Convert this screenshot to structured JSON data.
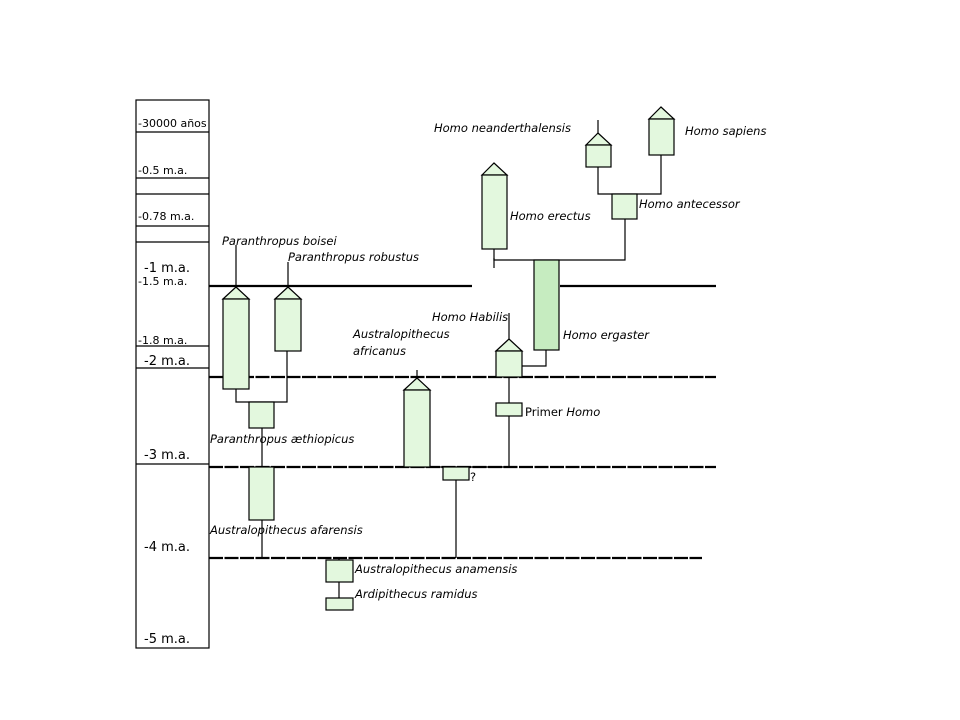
{
  "time_scale": [
    {
      "label": "-30000 años",
      "big": false
    },
    {
      "label": "-0.5 m.a.",
      "big": false
    },
    {
      "label": "-0.78 m.a.",
      "big": false
    },
    {
      "label": "-1 m.a.",
      "big": true
    },
    {
      "label": "-1.5 m.a.",
      "big": false
    },
    {
      "label": "-1.8 m.a.",
      "big": false
    },
    {
      "label": "-2 m.a.",
      "big": true
    },
    {
      "label": "-3 m.a.",
      "big": true
    },
    {
      "label": "-4 m.a.",
      "big": true
    },
    {
      "label": "-5 m.a.",
      "big": true
    }
  ],
  "species": {
    "homo_neanderthalensis": "Homo neanderthalensis",
    "homo_sapiens": "Homo sapiens",
    "homo_antecessor": "Homo antecessor",
    "homo_erectus": "Homo erectus",
    "homo_ergaster": "Homo ergaster",
    "homo_habilis": "Homo Habilis",
    "australopithecus_africanus_1": "Australopithecus",
    "australopithecus_africanus_2": "africanus",
    "primer_homo_prefix": "Primer ",
    "primer_homo_suffix": "Homo",
    "paranthropus_boisei": "Paranthropus boisei",
    "paranthropus_robustus": "Paranthropus robustus",
    "paranthropus_aethiopicus": "Paranthropus æthiopicus",
    "australopithecus_afarensis": "Australopithecus afarensis",
    "australopithecus_anamensis": "Australopithecus anamensis",
    "ardipithecus_ramidus": "Ardipithecus ramidus",
    "unknown_marker": "?"
  },
  "colors": {
    "box_fill": "#e3f8de",
    "ergaster_fill": "#c6ecc0",
    "line": "#000000"
  }
}
